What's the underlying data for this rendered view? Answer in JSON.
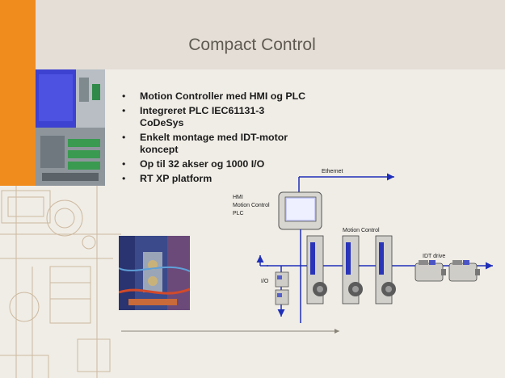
{
  "slide": {
    "title": "Compact Control",
    "bullets": [
      [
        "Motion Controller med HMI og PLC"
      ],
      [
        "Integreret PLC IEC61131-3",
        "CoDeSys"
      ],
      [
        "Enkelt montage med IDT-motor",
        "koncept"
      ],
      [
        "Op til 32 akser og 1000 I/O"
      ],
      [
        "RT XP platform"
      ]
    ]
  },
  "diagram": {
    "ethernet_label": "Ethernet",
    "hmi_label_lines": [
      "HMI",
      "Motion Control",
      "PLC"
    ],
    "motion_control_label": "Motion Control",
    "idt_drive_label": "IDT drive",
    "io_label": "I/O"
  },
  "colors": {
    "accent_orange": "#f08c1e",
    "bus_blue": "#1f2fb8",
    "title_gray": "#5f5a52"
  }
}
